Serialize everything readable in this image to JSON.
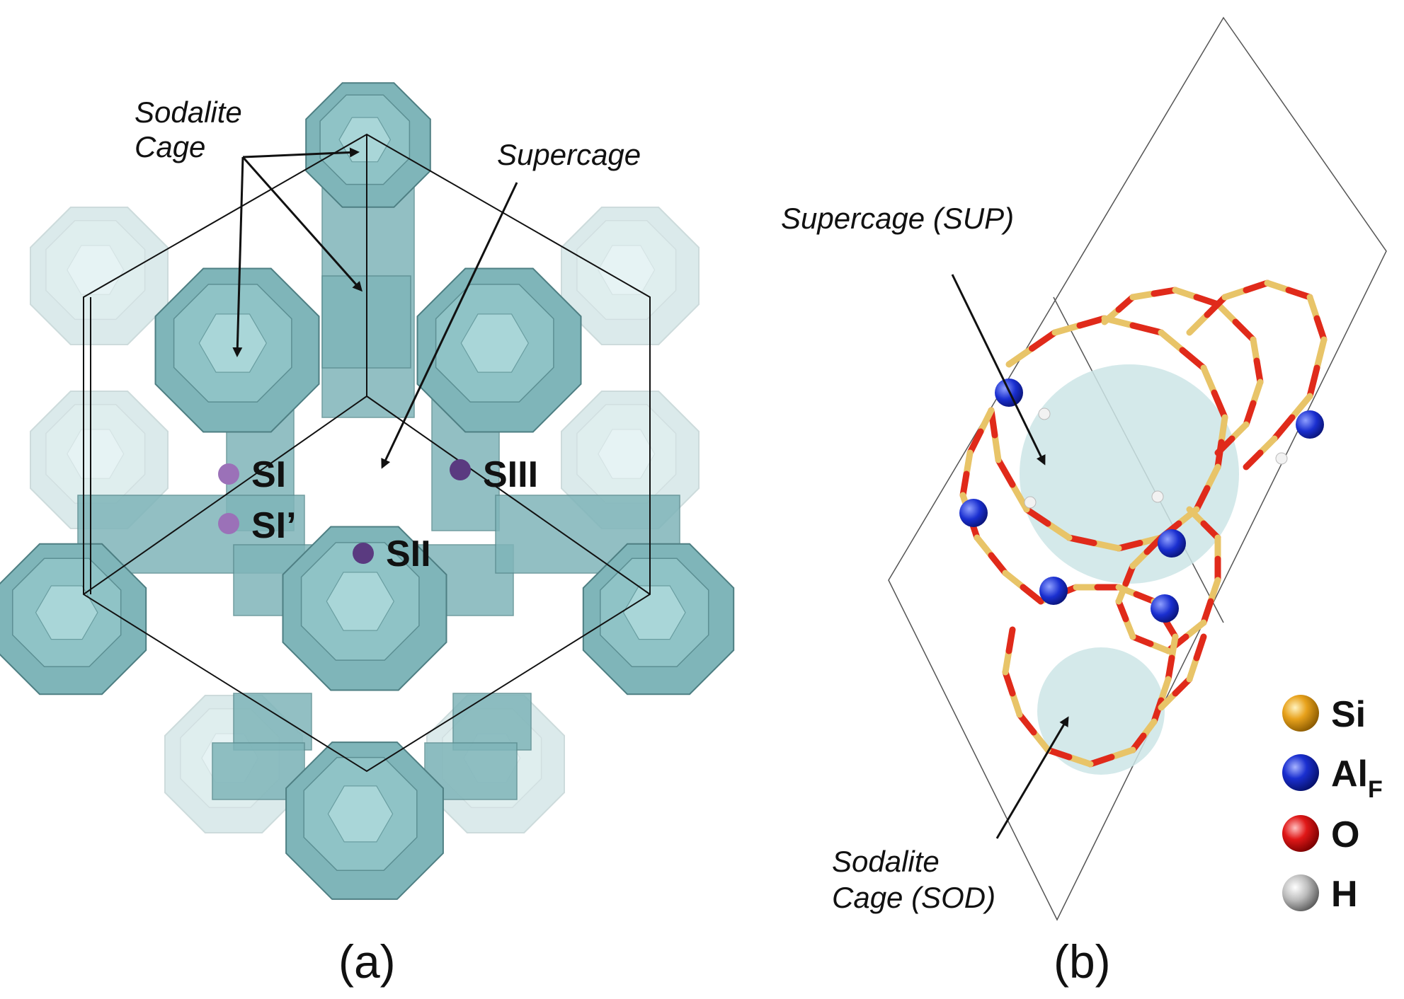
{
  "panel_a": {
    "label": "(a)",
    "annotations": {
      "sodalite_line1": "Sodalite",
      "sodalite_line2": "Cage",
      "supercage": "Supercage"
    },
    "sites": [
      {
        "name": "SI",
        "color": "#9b71b8"
      },
      {
        "name": "SI’",
        "color": "#9b71b8"
      },
      {
        "name": "SII",
        "color": "#5a3a80"
      },
      {
        "name": "SIII",
        "color": "#5a3a80"
      }
    ],
    "cage_color": "#7fb5b9"
  },
  "panel_b": {
    "label": "(b)",
    "annotations": {
      "supercage": "Supercage (SUP)",
      "sodalite_line1": "Sodalite",
      "sodalite_line2": "Cage (SOD)"
    }
  },
  "legend": [
    {
      "symbol": "Si",
      "subscript": "",
      "color": "#e8a21c"
    },
    {
      "symbol": "Al",
      "subscript": "F",
      "color": "#1a2fd0"
    },
    {
      "symbol": "O",
      "subscript": "",
      "color": "#e01818"
    },
    {
      "symbol": "H",
      "subscript": "",
      "color": "#b8b8b8"
    }
  ]
}
